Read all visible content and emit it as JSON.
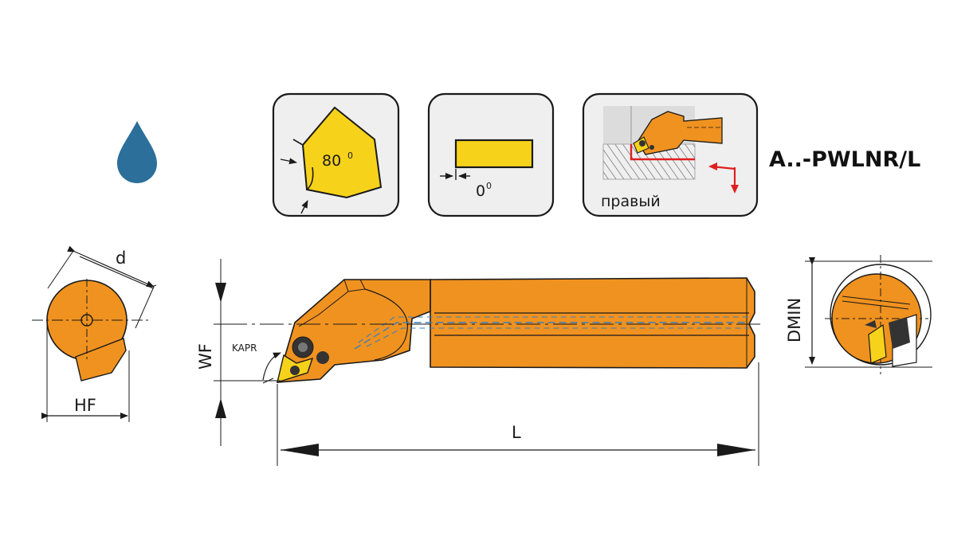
{
  "icons": {
    "coolant": "coolant-drop-icon",
    "insert_shape_angle": "80",
    "insert_shape_degree": "0",
    "clearance_angle": "0",
    "clearance_degree": "0",
    "hand_label": "правый"
  },
  "title": "A..-PWLNR/L",
  "dimensions": {
    "d": "d",
    "hf": "HF",
    "wf": "WF",
    "kapr": "KAPR",
    "l": "L",
    "dmin": "DMIN"
  },
  "colors": {
    "body": "#f0921f",
    "insert": "#f7d21a",
    "drop": "#2b6f9a",
    "outline": "#1a1a1a",
    "coolant_line": "#3a7fbf",
    "arrow_red": "#e02020",
    "panel_bg": "#efefef"
  }
}
